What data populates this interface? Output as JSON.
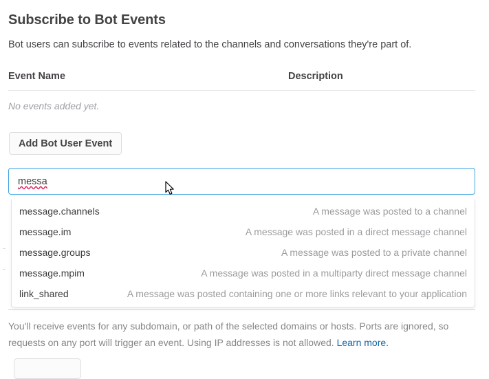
{
  "header": {
    "title": "Subscribe to Bot Events",
    "subtitle": "Bot users can subscribe to events related to the channels and conversations they're part of."
  },
  "events_table": {
    "columns": {
      "event_name": "Event Name",
      "description": "Description"
    },
    "empty_message": "No events added yet."
  },
  "actions": {
    "add_bot_user_event": "Add Bot User Event"
  },
  "event_search": {
    "value": "messa",
    "placeholder": "",
    "spellcheck_underline": true,
    "focused": true
  },
  "dropdown": {
    "visible": true,
    "options": [
      {
        "name": "message.channels",
        "description": "A message was posted to a channel"
      },
      {
        "name": "message.im",
        "description": "A message was posted in a direct message channel"
      },
      {
        "name": "message.groups",
        "description": "A message was posted to a private channel"
      },
      {
        "name": "message.mpim",
        "description": "A message was posted in a multiparty direct message channel"
      },
      {
        "name": "link_shared",
        "description": "A message was posted containing one or more links relevant to your application"
      }
    ]
  },
  "footer": {
    "helper_text": "You'll receive events for any subdomain, or path of the selected domains or hosts. Ports are ignored, so requests on any port will trigger an event. Using IP addresses is not allowed. ",
    "learn_more_label": "Learn more."
  },
  "colors": {
    "focus_border": "#3aa3e3",
    "link": "#1264a3",
    "text_primary": "#1d1c1d",
    "text_secondary": "#454245",
    "text_muted": "#9b9b9f",
    "spellcheck": "#e01e5a",
    "divider": "#e8e8e8"
  }
}
